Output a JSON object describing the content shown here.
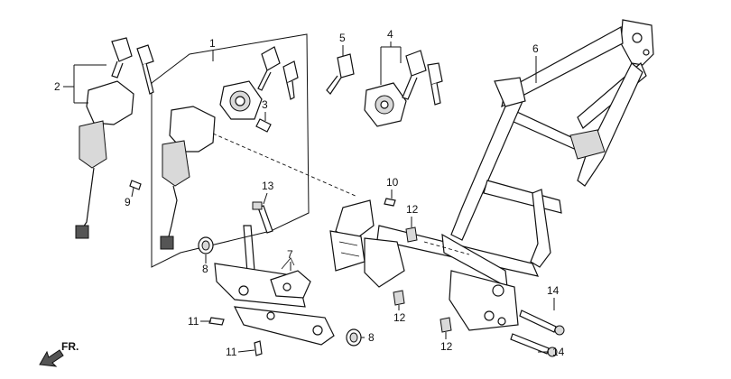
{
  "diagram": {
    "callouts": [
      {
        "id": "c1",
        "label": "1"
      },
      {
        "id": "c2",
        "label": "2"
      },
      {
        "id": "c3",
        "label": "3"
      },
      {
        "id": "c4",
        "label": "4"
      },
      {
        "id": "c5",
        "label": "5"
      },
      {
        "id": "c6",
        "label": "6"
      },
      {
        "id": "c7",
        "label": "7"
      },
      {
        "id": "c8a",
        "label": "8"
      },
      {
        "id": "c8b",
        "label": "8"
      },
      {
        "id": "c9",
        "label": "9"
      },
      {
        "id": "c10",
        "label": "10"
      },
      {
        "id": "c11a",
        "label": "11"
      },
      {
        "id": "c11b",
        "label": "11"
      },
      {
        "id": "c12a",
        "label": "12"
      },
      {
        "id": "c12b",
        "label": "12"
      },
      {
        "id": "c12c",
        "label": "12"
      },
      {
        "id": "c13",
        "label": "13"
      },
      {
        "id": "c14a",
        "label": "14"
      },
      {
        "id": "c14b",
        "label": "14"
      }
    ],
    "direction_label": "FR."
  }
}
